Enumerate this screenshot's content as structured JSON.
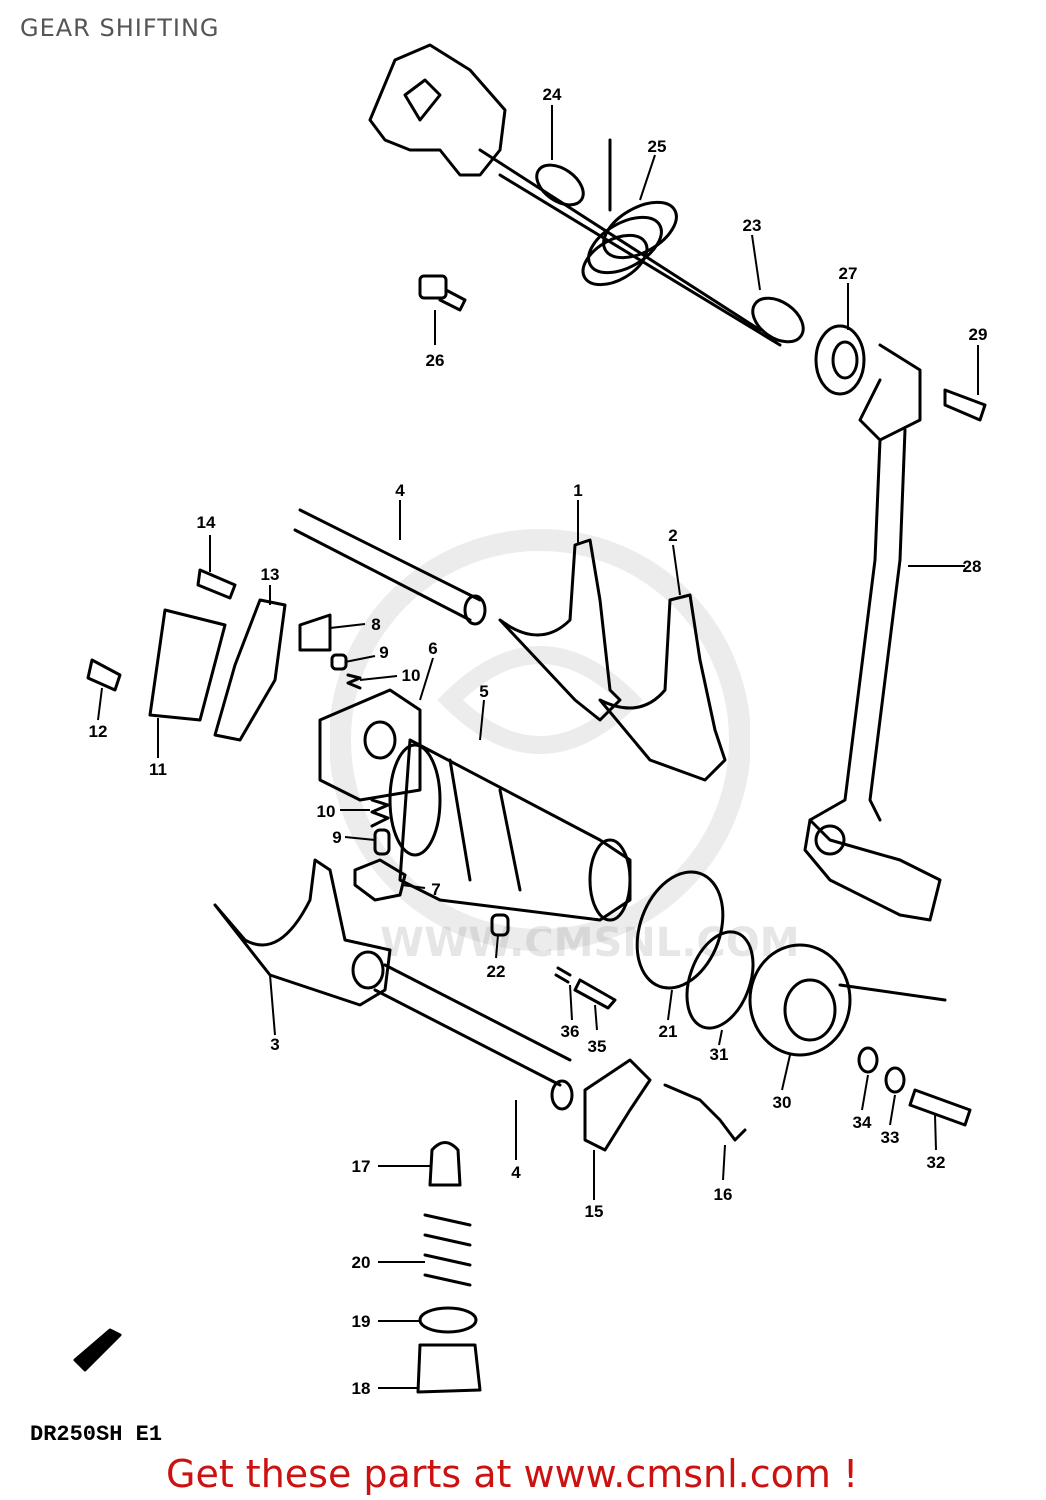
{
  "title": "GEAR SHIFTING",
  "model_code": "DR250SH E1",
  "cta": "Get these parts at www.cmsnl.com !",
  "watermark": "WWW.CMSNL.COM",
  "colors": {
    "ink": "#000000",
    "cta": "#cc1111",
    "title": "#555555"
  },
  "part_labels": [
    "1",
    "2",
    "3",
    "4",
    "4",
    "5",
    "6",
    "7",
    "8",
    "9",
    "9",
    "10",
    "10",
    "11",
    "12",
    "13",
    "14",
    "15",
    "16",
    "17",
    "18",
    "19",
    "20",
    "21",
    "22",
    "23",
    "24",
    "25",
    "26",
    "27",
    "28",
    "29",
    "30",
    "31",
    "32",
    "33",
    "34",
    "35",
    "36"
  ]
}
